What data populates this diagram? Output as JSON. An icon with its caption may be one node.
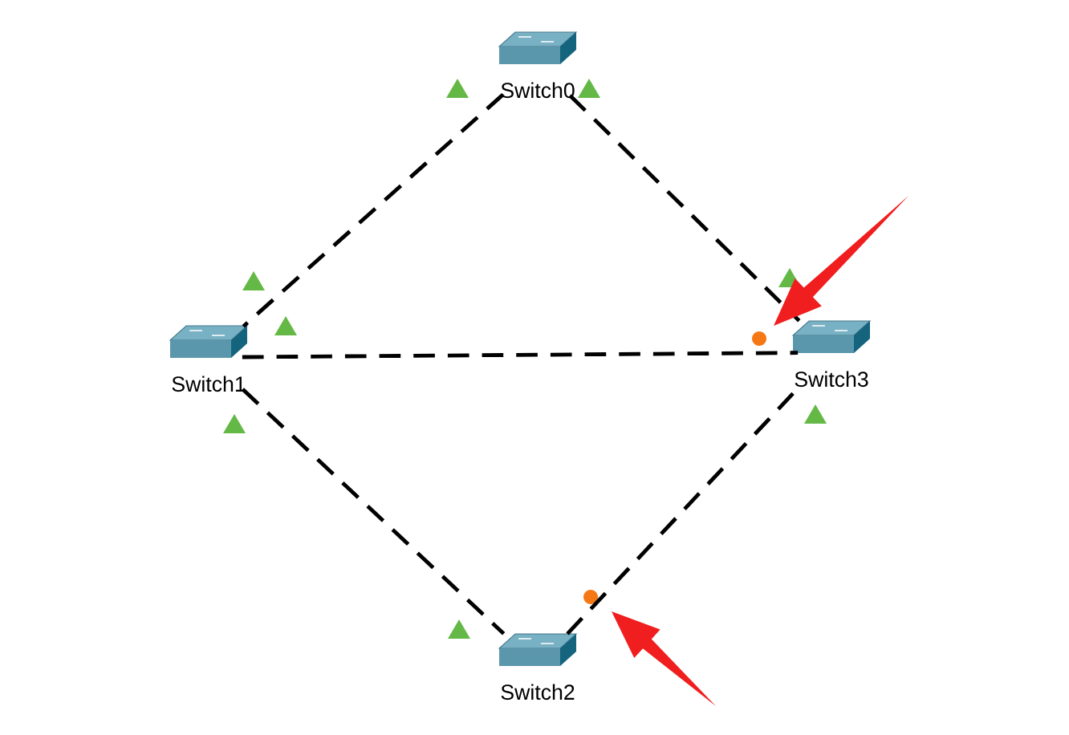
{
  "diagram": {
    "nodes": [
      {
        "text": [
          "Switch0"
        ]
      },
      {
        "text": [
          "Switch1"
        ]
      },
      {
        "text": [
          "Switch3"
        ]
      },
      {
        "text": [
          "Switch2"
        ]
      }
    ],
    "edges": [
      {
        "from": 0,
        "to": 1,
        "arrow": "none",
        "style": "dashed"
      },
      {
        "from": 0,
        "to": 2,
        "arrow": "none",
        "style": "dashed"
      },
      {
        "from": 1,
        "to": 2,
        "arrow": "none",
        "style": "dashed"
      },
      {
        "from": 1,
        "to": 3,
        "arrow": "none",
        "style": "dashed"
      },
      {
        "from": 3,
        "to": 2,
        "arrow": "none",
        "style": "dashed"
      }
    ]
  }
}
